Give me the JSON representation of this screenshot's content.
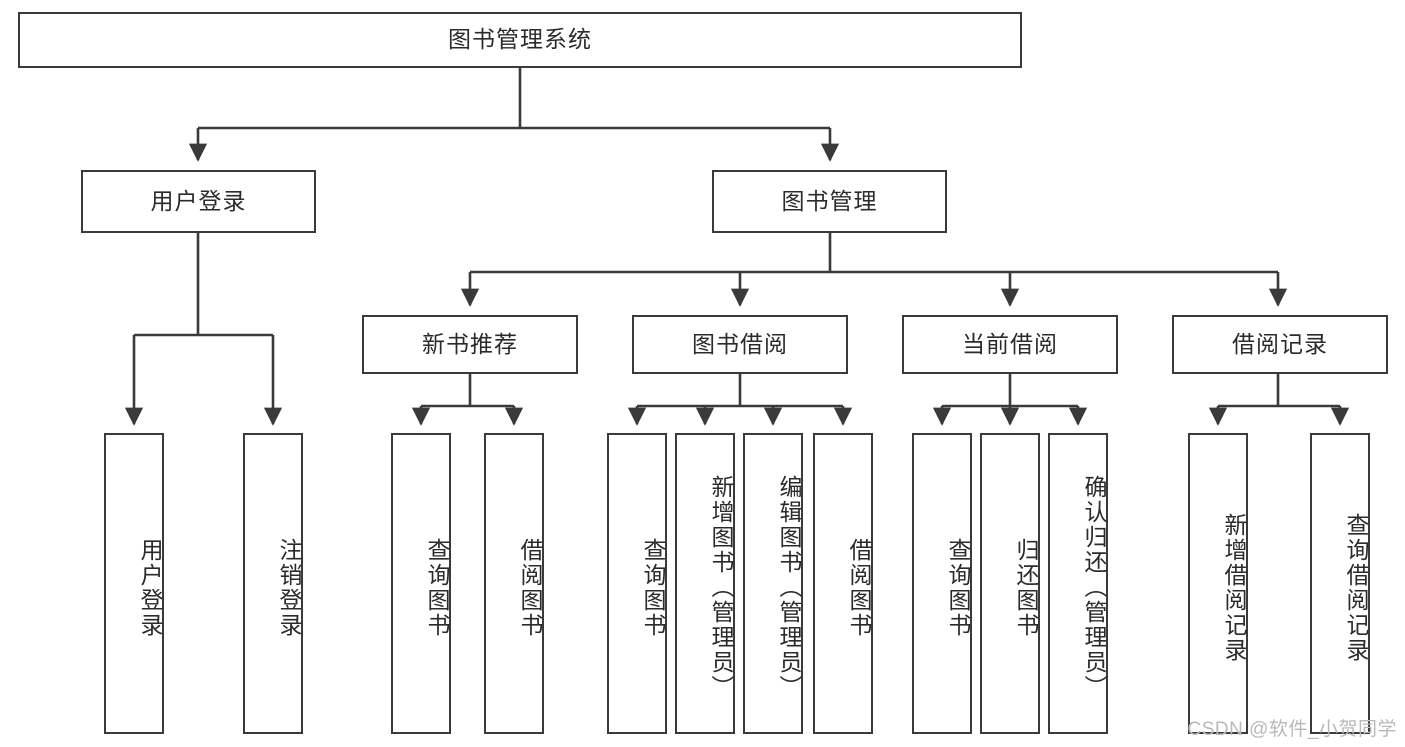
{
  "diagram": {
    "type": "tree-hierarchy",
    "title": "图书管理系统",
    "root": {
      "id": "root",
      "label": "图书管理系统",
      "orientation": "horizontal"
    },
    "level2": [
      {
        "id": "user-login",
        "label": "用户登录",
        "orientation": "horizontal"
      },
      {
        "id": "book-management",
        "label": "图书管理",
        "orientation": "horizontal"
      }
    ],
    "level3": [
      {
        "id": "new-book-recommend",
        "label": "新书推荐",
        "orientation": "horizontal",
        "parent": "book-management"
      },
      {
        "id": "book-borrow",
        "label": "图书借阅",
        "orientation": "horizontal",
        "parent": "book-management"
      },
      {
        "id": "current-borrow",
        "label": "当前借阅",
        "orientation": "horizontal",
        "parent": "book-management"
      },
      {
        "id": "borrow-record",
        "label": "借阅记录",
        "orientation": "horizontal",
        "parent": "book-management"
      }
    ],
    "leaves": [
      {
        "id": "leaf-user-login",
        "label": "用户登录",
        "orientation": "vertical",
        "parent": "user-login"
      },
      {
        "id": "leaf-logout-login",
        "label": "注销登录",
        "orientation": "vertical",
        "parent": "user-login"
      },
      {
        "id": "leaf-query-book-1",
        "label": "查询图书",
        "orientation": "vertical",
        "parent": "new-book-recommend"
      },
      {
        "id": "leaf-borrow-book-1",
        "label": "借阅图书",
        "orientation": "vertical",
        "parent": "new-book-recommend"
      },
      {
        "id": "leaf-query-book-2",
        "label": "查询图书",
        "orientation": "vertical",
        "parent": "book-borrow"
      },
      {
        "id": "leaf-add-book",
        "label": "新增图书（管理员）",
        "orientation": "vertical",
        "parent": "book-borrow"
      },
      {
        "id": "leaf-edit-book",
        "label": "编辑图书（管理员）",
        "orientation": "vertical",
        "parent": "book-borrow"
      },
      {
        "id": "leaf-borrow-book-2",
        "label": "借阅图书",
        "orientation": "vertical",
        "parent": "book-borrow"
      },
      {
        "id": "leaf-query-book-3",
        "label": "查询图书",
        "orientation": "vertical",
        "parent": "current-borrow"
      },
      {
        "id": "leaf-return-book",
        "label": "归还图书",
        "orientation": "vertical",
        "parent": "current-borrow"
      },
      {
        "id": "leaf-confirm-return",
        "label": "确认归还（管理员）",
        "orientation": "vertical",
        "parent": "current-borrow"
      },
      {
        "id": "leaf-add-record",
        "label": "新增借阅记录",
        "orientation": "vertical",
        "parent": "borrow-record"
      },
      {
        "id": "leaf-query-record",
        "label": "查询借阅记录",
        "orientation": "vertical",
        "parent": "borrow-record"
      }
    ]
  },
  "watermark": {
    "text": "CSDN @软件_小贺同学"
  },
  "colors": {
    "stroke": "#3a3a3a",
    "background": "#ffffff",
    "text": "#2b2b2b",
    "watermark": "#b9b9b9"
  }
}
